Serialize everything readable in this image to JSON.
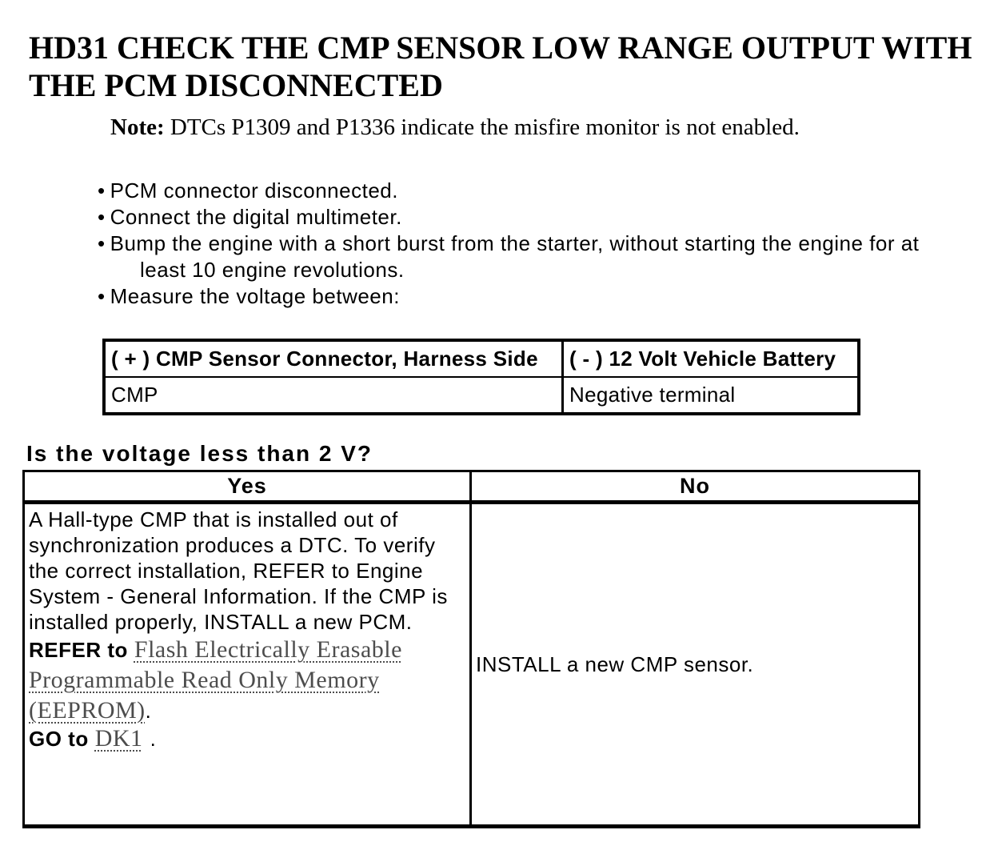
{
  "document": {
    "title": "HD31 CHECK THE CMP SENSOR LOW RANGE OUTPUT WITH THE PCM DISCONNECTED",
    "note": {
      "label": "Note:",
      "text": " DTCs P1309 and P1336 indicate the misfire monitor is not enabled."
    },
    "bullets": [
      "PCM connector disconnected.",
      "Connect the digital multimeter.",
      "Bump the engine with a short burst from the starter, without starting the engine for at least 10 engine revolutions.",
      "Measure the voltage between:"
    ],
    "measurement_table": {
      "col1_header": "( + ) CMP Sensor Connector, Harness Side",
      "col2_header": "( - ) 12 Volt Vehicle Battery",
      "row": {
        "col1": "CMP",
        "col2": "Negative terminal"
      }
    },
    "question": "Is the voltage less than 2 V?",
    "result_table": {
      "yes_header": "Yes",
      "no_header": "No",
      "yes_cell": {
        "paragraph": "A Hall-type CMP that is installed out of synchronization produces a DTC. To verify the correct installation, REFER to Engine System - General Information. If the CMP is installed properly, INSTALL a new PCM.",
        "refer_action": "REFER to",
        "refer_link": "Flash Electrically Erasable Programmable Read Only Memory (EEPROM)",
        "refer_period": ".",
        "go_action": "GO to",
        "go_link": "DK1",
        "go_period": "."
      },
      "no_cell": "INSTALL a new CMP sensor."
    },
    "colors": {
      "text": "#000000",
      "background": "#ffffff",
      "link": "#4d4d4d"
    }
  }
}
